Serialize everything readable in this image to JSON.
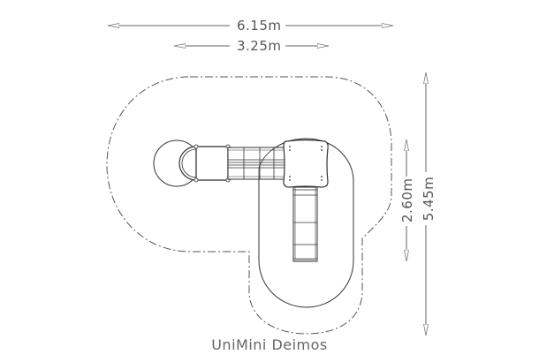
{
  "title": "UniMini Deimos",
  "dimensions": {
    "overall_width": "6.15m",
    "equipment_width": "3.25m",
    "equipment_depth": "2.60m",
    "overall_depth": "5.45m"
  },
  "colors": {
    "line": "#333333",
    "dashed": "#555555",
    "dim_line": "#666666",
    "text": "#555555",
    "background": "#ffffff"
  },
  "components": [
    {
      "name": "roof-dome",
      "icon": "circle"
    },
    {
      "name": "entry-platform",
      "icon": "rectangle"
    },
    {
      "name": "bridge",
      "icon": "ladder"
    },
    {
      "name": "tower-platform",
      "icon": "square"
    },
    {
      "name": "slide",
      "icon": "rectangle"
    }
  ],
  "zones": {
    "safety_zone": "dashed outline",
    "fall_zone": "solid outline"
  }
}
